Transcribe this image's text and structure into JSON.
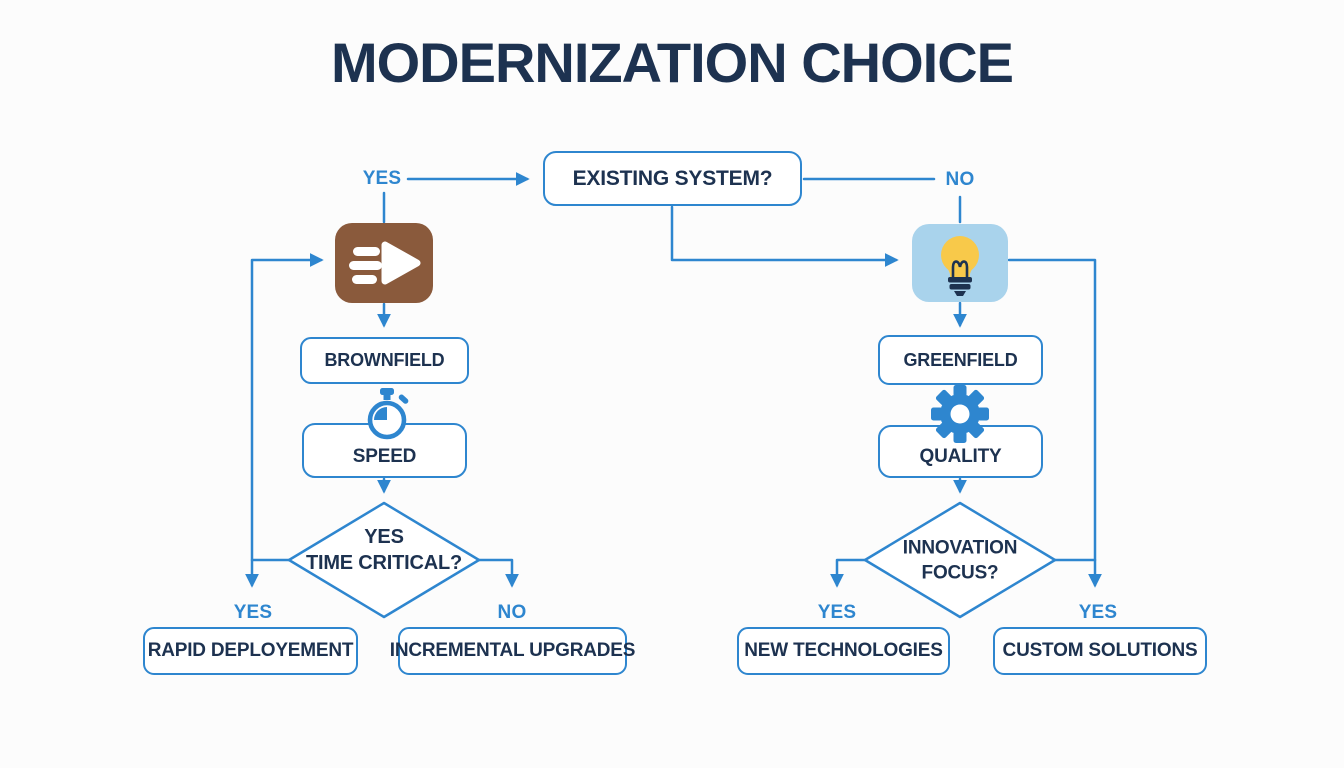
{
  "title": "MODERNIZATION CHOICE",
  "colors": {
    "accent_blue": "#2e86cf",
    "text_navy": "#1d3250",
    "icon_brown": "#8a5a3c",
    "icon_light_blue": "#a9d3ec",
    "bulb_yellow": "#f8c94a",
    "background": "#fcfcfc"
  },
  "root": {
    "question": "EXISTING SYSTEM?",
    "yes_label": "YES",
    "no_label": "NO"
  },
  "left_branch": {
    "icon": "fast-forward-icon",
    "approach": "BROWNFIELD",
    "focus": "SPEED",
    "focus_icon": "stopwatch-icon",
    "decision": {
      "line1": "YES",
      "line2": "TIME CRITICAL?"
    },
    "yes_label": "YES",
    "no_label": "NO",
    "yes_outcome": "RAPID DEPLOYEMENT",
    "no_outcome": "INCREMENTAL UPGRADES"
  },
  "right_branch": {
    "icon": "lightbulb-icon",
    "approach": "GREENFIELD",
    "focus": "QUALITY",
    "focus_icon": "gear-icon",
    "decision": {
      "line1": "INNOVATION",
      "line2": "FOCUS?"
    },
    "yes_left_label": "YES",
    "yes_right_label": "YES",
    "left_outcome": "NEW TECHNOLOGIES",
    "right_outcome": "CUSTOM SOLUTIONS"
  }
}
